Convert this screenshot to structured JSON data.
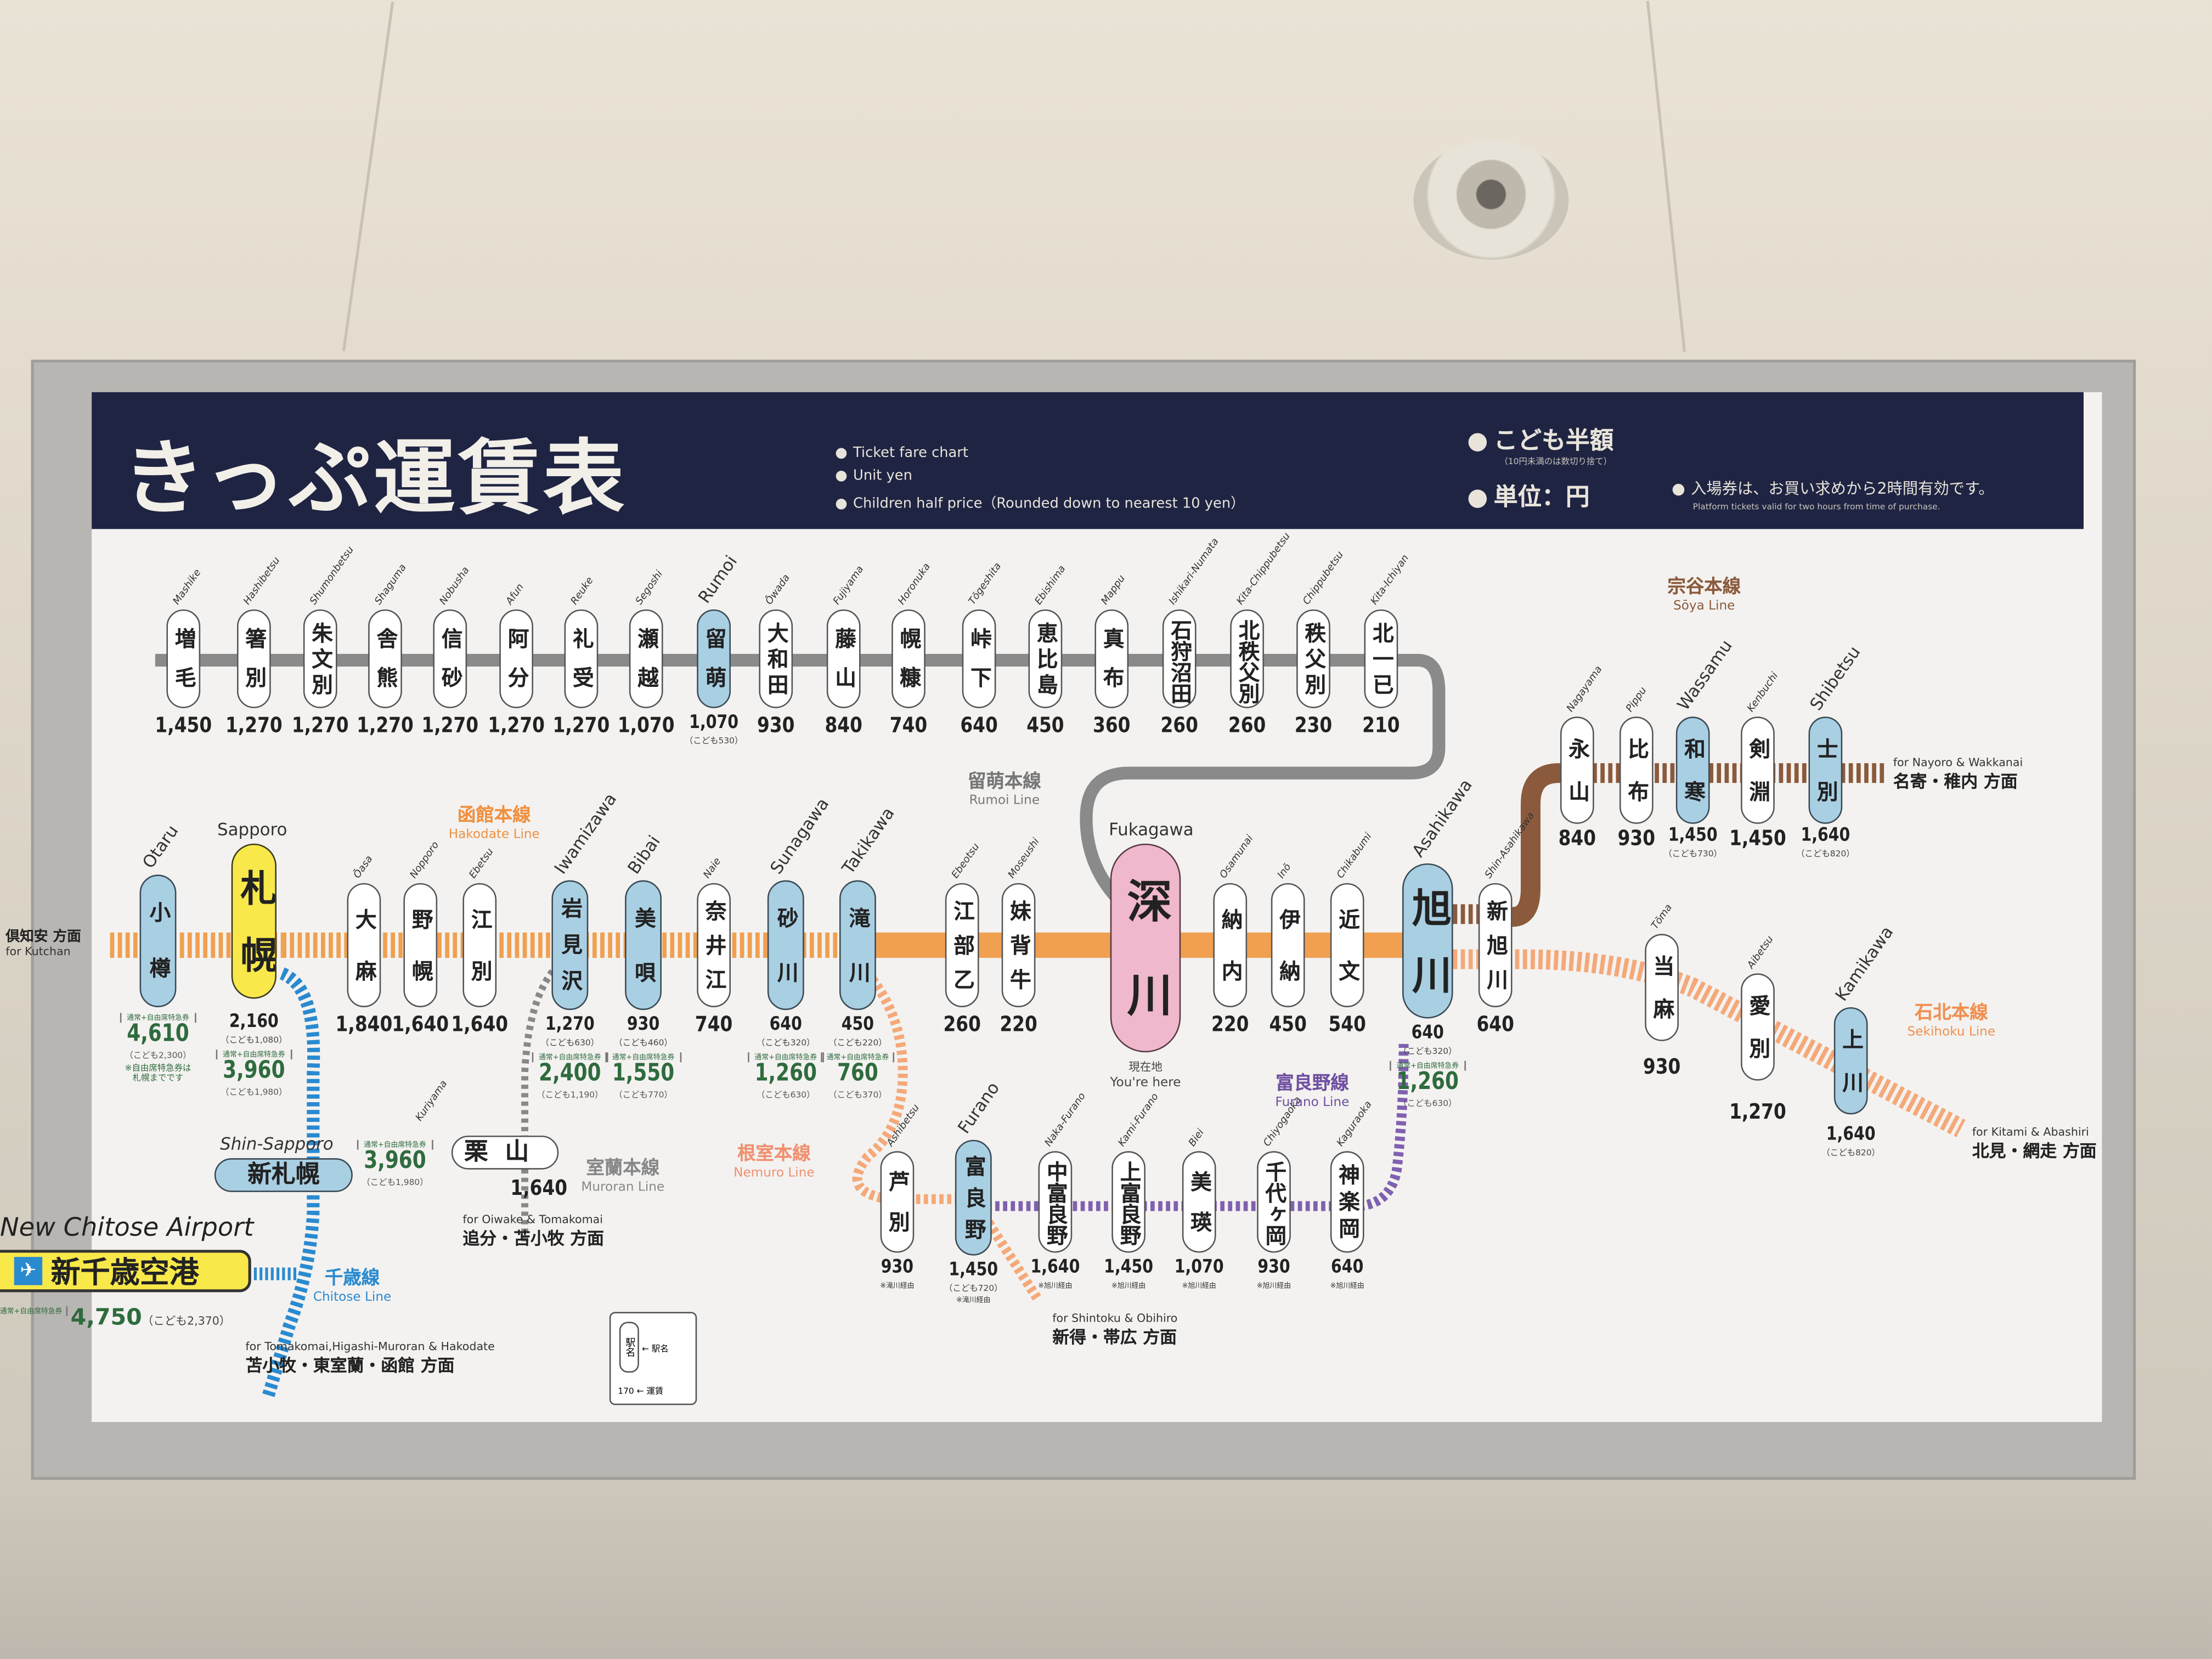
{
  "header": {
    "title": "きっぷ運賃表",
    "notes_en": [
      "Ticket fare chart",
      "Unit yen",
      "Children half price（Rounded down to nearest 10 yen）"
    ],
    "child_half": "こども半額",
    "child_half_note": "（10円未満のは数切り捨て）",
    "unit": "単位：円",
    "platform_note": "入場券は、お買い求めから2時間有効です。",
    "platform_note_en": "Platform tickets valid for two hours from time of purchase."
  },
  "express_label": "通常+自由席特急券",
  "express_note": "※自由席特急券は札幌までです",
  "lines": {
    "rumoi": {
      "name_ja": "留萌本線",
      "name_en": "Rumoi Line",
      "color": "#8a8a8a",
      "stations": [
        {
          "ja": "増毛",
          "en": "Mashike",
          "fare": "1,450"
        },
        {
          "ja": "箸別",
          "en": "Hashibetsu",
          "fare": "1,270"
        },
        {
          "ja": "朱文別",
          "en": "Shumonbetsu",
          "fare": "1,270"
        },
        {
          "ja": "舎熊",
          "en": "Shaguma",
          "fare": "1,270"
        },
        {
          "ja": "信砂",
          "en": "Nobusha",
          "fare": "1,270"
        },
        {
          "ja": "阿分",
          "en": "Afun",
          "fare": "1,270"
        },
        {
          "ja": "礼受",
          "en": "Reuke",
          "fare": "1,270"
        },
        {
          "ja": "瀬越",
          "en": "Segoshi",
          "fare": "1,070"
        },
        {
          "ja": "留萌",
          "en": "Rumoi",
          "fare": "1,070",
          "child": "（こども530）",
          "major": true
        },
        {
          "ja": "大和田",
          "en": "Ōwada",
          "fare": "930"
        },
        {
          "ja": "藤山",
          "en": "Fujiyama",
          "fare": "840"
        },
        {
          "ja": "幌糠",
          "en": "Horonuka",
          "fare": "740"
        },
        {
          "ja": "峠下",
          "en": "Tōgeshita",
          "fare": "640"
        },
        {
          "ja": "恵比島",
          "en": "Ebishima",
          "fare": "450"
        },
        {
          "ja": "真布",
          "en": "Mappu",
          "fare": "360"
        },
        {
          "ja": "石狩沼田",
          "en": "Ishikari-Numata",
          "fare": "260"
        },
        {
          "ja": "北秩父別",
          "en": "Kita-Chippubetsu",
          "fare": "260"
        },
        {
          "ja": "秩父別",
          "en": "Chippubetsu",
          "fare": "230"
        },
        {
          "ja": "北一已",
          "en": "Kita-Ichiyan",
          "fare": "210"
        }
      ]
    },
    "hakodate": {
      "name_ja": "函館本線",
      "name_en": "Hakodate Line",
      "color": "#f0a050",
      "dir_ja": "倶知安 方面",
      "dir_en": "for Kutchan",
      "stations": [
        {
          "ja": "小樽",
          "en": "Otaru",
          "fare": "",
          "major": true,
          "express": "4,610",
          "express_child": "（こども2,300）"
        },
        {
          "ja": "札幌",
          "en": "Sapporo",
          "fare": "2,160",
          "child": "（こども1,080）",
          "express": "3,960",
          "express_child": "（こども1,980）"
        },
        {
          "ja": "大麻",
          "en": "Ōasa",
          "fare": "1,840"
        },
        {
          "ja": "野幌",
          "en": "Nopporo",
          "fare": "1,640"
        },
        {
          "ja": "江別",
          "en": "Ebetsu",
          "fare": "1,640"
        },
        {
          "ja": "岩見沢",
          "en": "Iwamizawa",
          "fare": "1,270",
          "child": "（こども630）",
          "major": true,
          "express": "2,400",
          "express_child": "（こども1,190）"
        },
        {
          "ja": "美唄",
          "en": "Bibai",
          "fare": "930",
          "child": "（こども460）",
          "major": true,
          "express": "1,550",
          "express_child": "（こども770）"
        },
        {
          "ja": "奈井江",
          "en": "Naie",
          "fare": "740"
        },
        {
          "ja": "砂川",
          "en": "Sunagawa",
          "fare": "640",
          "child": "（こども320）",
          "major": true,
          "express": "1,260",
          "express_child": "（こども630）"
        },
        {
          "ja": "滝川",
          "en": "Takikawa",
          "fare": "450",
          "child": "（こども220）",
          "major": true,
          "express": "760",
          "express_child": "（こども370）"
        },
        {
          "ja": "江部乙",
          "en": "Ebeotsu",
          "fare": "260"
        },
        {
          "ja": "妹背牛",
          "en": "Moseushi",
          "fare": "220"
        },
        {
          "ja": "深川",
          "en": "Fukagawa",
          "fare": "",
          "here_ja": "現在地",
          "here_en": "You're here"
        },
        {
          "ja": "納内",
          "en": "Osamunai",
          "fare": "220"
        },
        {
          "ja": "伊納",
          "en": "Inō",
          "fare": "450"
        },
        {
          "ja": "近文",
          "en": "Chikabumi",
          "fare": "540"
        },
        {
          "ja": "旭川",
          "en": "Asahikawa",
          "fare": "640",
          "child": "（こども320）",
          "express": "1,260",
          "express_child": "（こども630）"
        },
        {
          "ja": "新旭川",
          "en": "Shin-Asahikawa",
          "fare": "640"
        }
      ]
    },
    "soya": {
      "name_ja": "宗谷本線",
      "name_en": "Sōya Line",
      "color": "#8b5a3c",
      "dir_ja": "名寄・稚内 方面",
      "dir_en": "for Nayoro & Wakkanai",
      "stations": [
        {
          "ja": "永山",
          "en": "Nagayama",
          "fare": "840"
        },
        {
          "ja": "比布",
          "en": "Pippu",
          "fare": "930"
        },
        {
          "ja": "和寒",
          "en": "Wassamu",
          "fare": "1,450",
          "child": "（こども730）",
          "major": true
        },
        {
          "ja": "剣淵",
          "en": "Kenbuchi",
          "fare": "1,450"
        },
        {
          "ja": "士別",
          "en": "Shibetsu",
          "fare": "1,640",
          "child": "（こども820）",
          "major": true
        }
      ]
    },
    "sekihoku": {
      "name_ja": "石北本線",
      "name_en": "Sekihoku Line",
      "color": "#f5a878",
      "dir_ja": "北見・網走 方面",
      "dir_en": "for Kitami & Abashiri",
      "stations": [
        {
          "ja": "当麻",
          "en": "Tōma",
          "fare": "930"
        },
        {
          "ja": "愛別",
          "en": "Aibetsu",
          "fare": "1,270"
        },
        {
          "ja": "上川",
          "en": "Kamikawa",
          "fare": "1,640",
          "child": "（こども820）",
          "major": true
        }
      ]
    },
    "furano": {
      "name_ja": "富良野線",
      "name_en": "Furano Line",
      "color": "#8060b0",
      "stations": [
        {
          "ja": "芦別",
          "en": "Ashibetsu",
          "fare": "930",
          "via": "※滝川経由"
        },
        {
          "ja": "富良野",
          "en": "Furano",
          "fare": "1,450",
          "child": "（こども720）",
          "via": "※滝川経由",
          "major": true
        },
        {
          "ja": "中富良野",
          "en": "Naka-Furano",
          "fare": "1,640",
          "via": "※旭川経由"
        },
        {
          "ja": "上富良野",
          "en": "Kami-Furano",
          "fare": "1,450",
          "via": "※旭川経由"
        },
        {
          "ja": "美瑛",
          "en": "Biei",
          "fare": "1,070",
          "via": "※旭川経由"
        },
        {
          "ja": "千代ヶ岡",
          "en": "Chiyogaoka",
          "fare": "930",
          "via": "※旭川経由"
        },
        {
          "ja": "神楽岡",
          "en": "Kaguraoka",
          "fare": "640",
          "via": "※旭川経由"
        }
      ]
    },
    "nemuro": {
      "name_ja": "根室本線",
      "name_en": "Nemuro Line",
      "color": "#f5a878",
      "dir_ja": "新得・帯広 方面",
      "dir_en": "for Shintoku & Obihiro"
    },
    "chitose": {
      "name_ja": "千歳線",
      "name_en": "Chitose Line",
      "color": "#2a8ad0",
      "dir_ja": "苫小牧・東室蘭・函館 方面",
      "dir_en": "for Tomakomai,Higashi-Muroran & Hakodate",
      "shin_sapporo": {
        "ja": "新札幌",
        "en": "Shin-Sapporo",
        "express": "3,960",
        "express_child": "（こども1,980）"
      },
      "airport": {
        "ja": "新千歳空港",
        "en": "New Chitose Airport",
        "express": "4,750",
        "express_child": "（こども2,370）"
      }
    },
    "muroran": {
      "name_ja": "室蘭本線",
      "name_en": "Muroran Line",
      "color": "#888888",
      "dir_ja": "追分・苫小牧 方面",
      "dir_en": "for Oiwake & Tomakomai",
      "kuriyama": {
        "ja": "栗山",
        "en": "Kuriyama",
        "fare": "1,640"
      }
    }
  },
  "legend": {
    "station": "駅名",
    "station_label": "駅名",
    "fare": "170",
    "fare_label": "運賃"
  }
}
